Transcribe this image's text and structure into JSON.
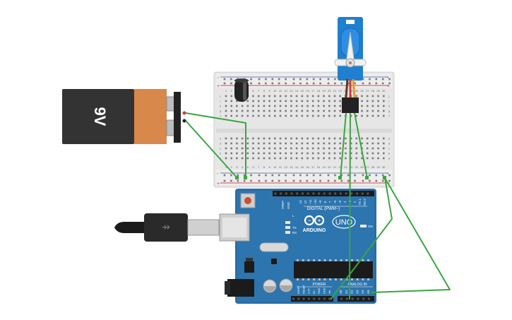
{
  "battery": {
    "label": "9V",
    "color_body": "#333333",
    "color_band": "#d8884a"
  },
  "arduino": {
    "brand": "ARDUINO",
    "model": "UNO",
    "digital_label": "DIGITAL (PWM~)",
    "power_label": "POWER",
    "analog_label": "ANALOG IN",
    "aref_label": "AREF",
    "gnd_label": "GND",
    "on_label": "ON",
    "tx_label": "TX",
    "rx_label": "RX",
    "l_label": "L",
    "digital_pins": [
      "13",
      "12",
      "~11",
      "~10",
      "~9",
      "8",
      "7",
      "~6",
      "~5",
      "4",
      "~3",
      "2",
      "TX 1",
      "RX 0"
    ],
    "power_pins": [
      "IOREF",
      "RESET",
      "3.3V",
      "5V",
      "GND",
      "GND",
      "Vin"
    ],
    "analog_pins": [
      "A0",
      "A1",
      "A2",
      "A3",
      "A4",
      "A5"
    ],
    "board_color": "#2a6ea6"
  },
  "breadboard": {
    "col_numbers": [
      "1",
      "2",
      "3",
      "4",
      "5",
      "6",
      "7",
      "8",
      "9",
      "10",
      "11",
      "12",
      "13",
      "14",
      "15",
      "16",
      "17",
      "18",
      "19",
      "20",
      "21",
      "22",
      "23",
      "24",
      "25",
      "26",
      "27",
      "28",
      "29",
      "30"
    ],
    "row_letters_top": [
      "j",
      "i",
      "h",
      "g",
      "f"
    ],
    "row_letters_bottom": [
      "e",
      "d",
      "c",
      "b",
      "a"
    ],
    "rail_plus": "+",
    "rail_minus": "-"
  },
  "wire_color": "#3aa640",
  "servo_color": "#1f7fd1"
}
